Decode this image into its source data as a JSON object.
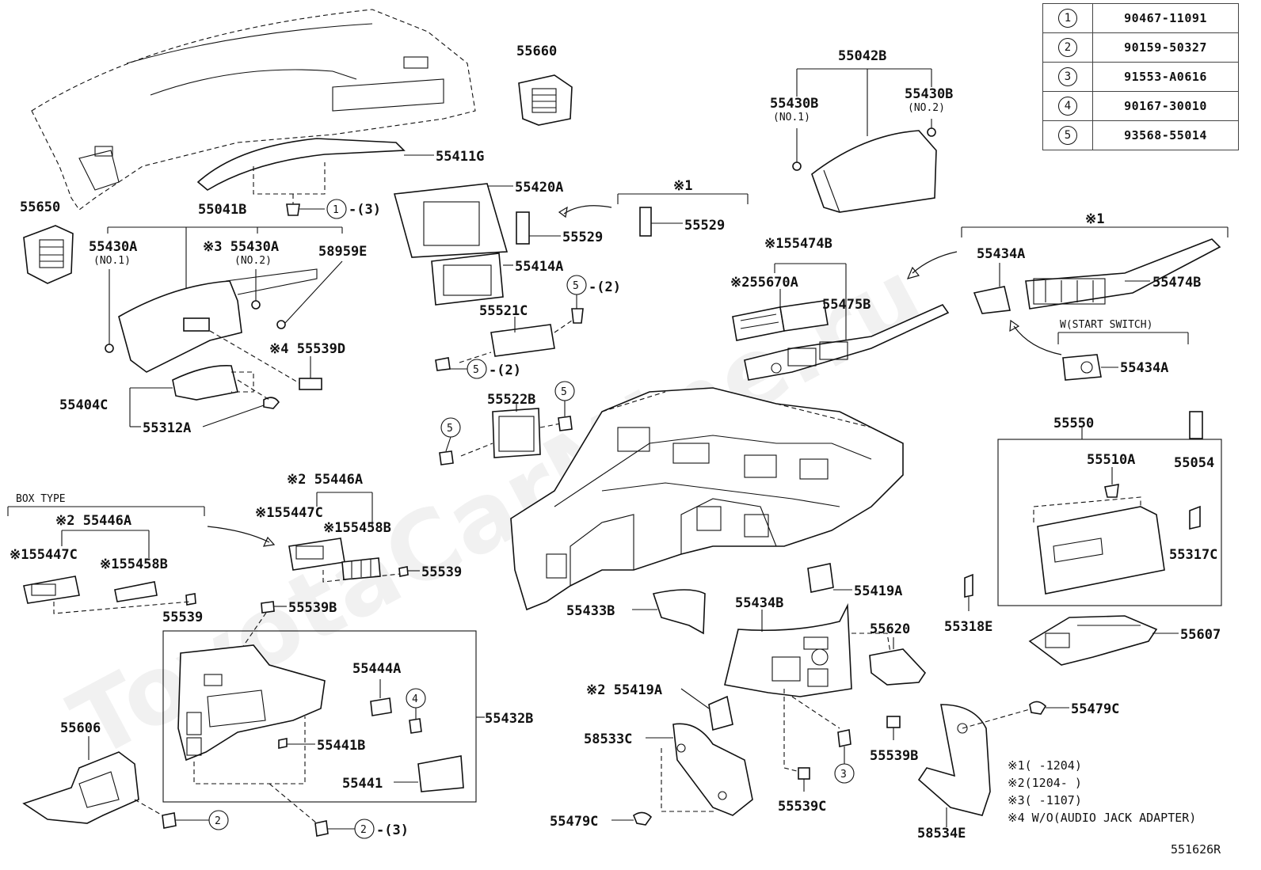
{
  "legend": [
    {
      "num": "1",
      "part": "90467-11091"
    },
    {
      "num": "2",
      "part": "90159-50327"
    },
    {
      "num": "3",
      "part": "91553-A0616"
    },
    {
      "num": "4",
      "part": "90167-30010"
    },
    {
      "num": "5",
      "part": "93568-55014"
    }
  ],
  "labels": {
    "p55660": "55660",
    "p55042B": "55042B",
    "p55430B_l": "55430B",
    "p55430B_l_sub": "(NO.1)",
    "p55430B_r": "55430B",
    "p55430B_r_sub": "(NO.2)",
    "p55411G": "55411G",
    "p55650": "55650",
    "p55041B": "55041B",
    "p55430A_1": "55430A",
    "p55430A_1_sub": "(NO.1)",
    "p55430A_2": "※3 55430A",
    "p55430A_2_sub": "(NO.2)",
    "p58959E": "58959E",
    "p55420A": "55420A",
    "p55529_l": "55529",
    "p55529_r": "55529",
    "p55414A": "55414A",
    "p55521C": "55521C",
    "p55539D": "※4 55539D",
    "p55404C": "55404C",
    "p55312A": "55312A",
    "p55522B": "55522B",
    "p55474B_top": "※155474B",
    "p55670A": "※255670A",
    "p55475B": "55475B",
    "p55434A_top": "55434A",
    "p55474B_r": "55474B",
    "start_switch": "W(START SWITCH)",
    "p55434A_bot": "55434A",
    "p55550": "55550",
    "p55510A": "55510A",
    "p55054": "55054",
    "p55317C": "55317C",
    "box_type": "BOX TYPE",
    "p55446A_l": "※2 55446A",
    "p55447C_l": "※155447C",
    "p55458B_l": "※155458B",
    "p55539_l": "55539",
    "p55446A_r": "※2 55446A",
    "p55447C_r": "※155447C",
    "p55458B_r": "※155458B",
    "p55539_r": "55539",
    "p55539B_top": "55539B",
    "p55444A": "55444A",
    "p55432B": "55432B",
    "p55441B": "55441B",
    "p55441": "55441",
    "p55606": "55606",
    "p55433B": "55433B",
    "p55434B": "55434B",
    "p55419A_r": "55419A",
    "p55620": "55620",
    "p55419A_l": "※2 55419A",
    "p58533C": "58533C",
    "p55479C_l": "55479C",
    "p55539C": "55539C",
    "p55539B_bot": "55539B",
    "p58534E": "58534E",
    "p55479C_r": "55479C",
    "p55318E": "55318E",
    "p55607": "55607",
    "mark1_top": "※1",
    "mark1_right": "※1",
    "ref_1_3": "-(3)",
    "ref_5_2_a": "-(2)",
    "ref_5_2_b": "-(2)",
    "ref_2_3": "-(3)",
    "circ_1": "1",
    "circ_5a": "5",
    "circ_5b": "5",
    "circ_5c": "5",
    "circ_5d": "5",
    "circ_4": "4",
    "circ_3": "3",
    "circ_2a": "2",
    "circ_2b": "2",
    "footnotes": [
      "※1(     -1204)",
      "※2(1204-     )",
      "※3(     -1107)",
      "※4 W/O(AUDIO JACK ADAPTER)"
    ],
    "diagram_id": "551626R",
    "watermark": "ToyotaCarMine.ru"
  }
}
